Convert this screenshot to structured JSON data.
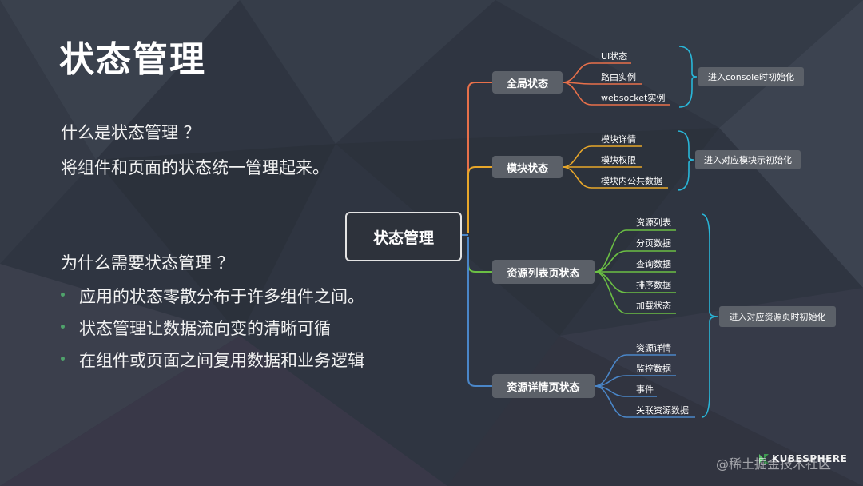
{
  "title": "状态管理",
  "q1": "什么是状态管理 ？",
  "a1": "将组件和页面的状态统一管理起来。",
  "q2": "为什么需要状态管理 ？",
  "bullets": [
    "应用的状态零散分布于许多组件之间。",
    "状态管理让数据流向变的清晰可循",
    "在组件或页面之间复用数据和业务逻辑"
  ],
  "mindmap": {
    "root": "状态管理",
    "branches": [
      {
        "label": "全局状态",
        "color": "#e8704a",
        "leaves": [
          "UI状态",
          "路由实例",
          "websocket实例"
        ]
      },
      {
        "label": "模块状态",
        "color": "#e8a72a",
        "leaves": [
          "模块详情",
          "模块权限",
          "模块内公共数据"
        ]
      },
      {
        "label": "资源列表页状态",
        "color": "#6bbf44",
        "leaves": [
          "资源列表",
          "分页数据",
          "查询数据",
          "排序数据",
          "加载状态"
        ]
      },
      {
        "label": "资源详情页状态",
        "color": "#4a86c8",
        "leaves": [
          "资源详情",
          "监控数据",
          "事件",
          "关联资源数据"
        ]
      }
    ],
    "inits": [
      "进入console时初始化",
      "进入对应模块示初始化",
      "进入对应资源页时初始化"
    ],
    "bracket_color": "#29b6d8"
  },
  "logo": "KUBESPHERE",
  "watermark": "@稀土掘金技术社区",
  "accent_bullet": "#4fa36b"
}
